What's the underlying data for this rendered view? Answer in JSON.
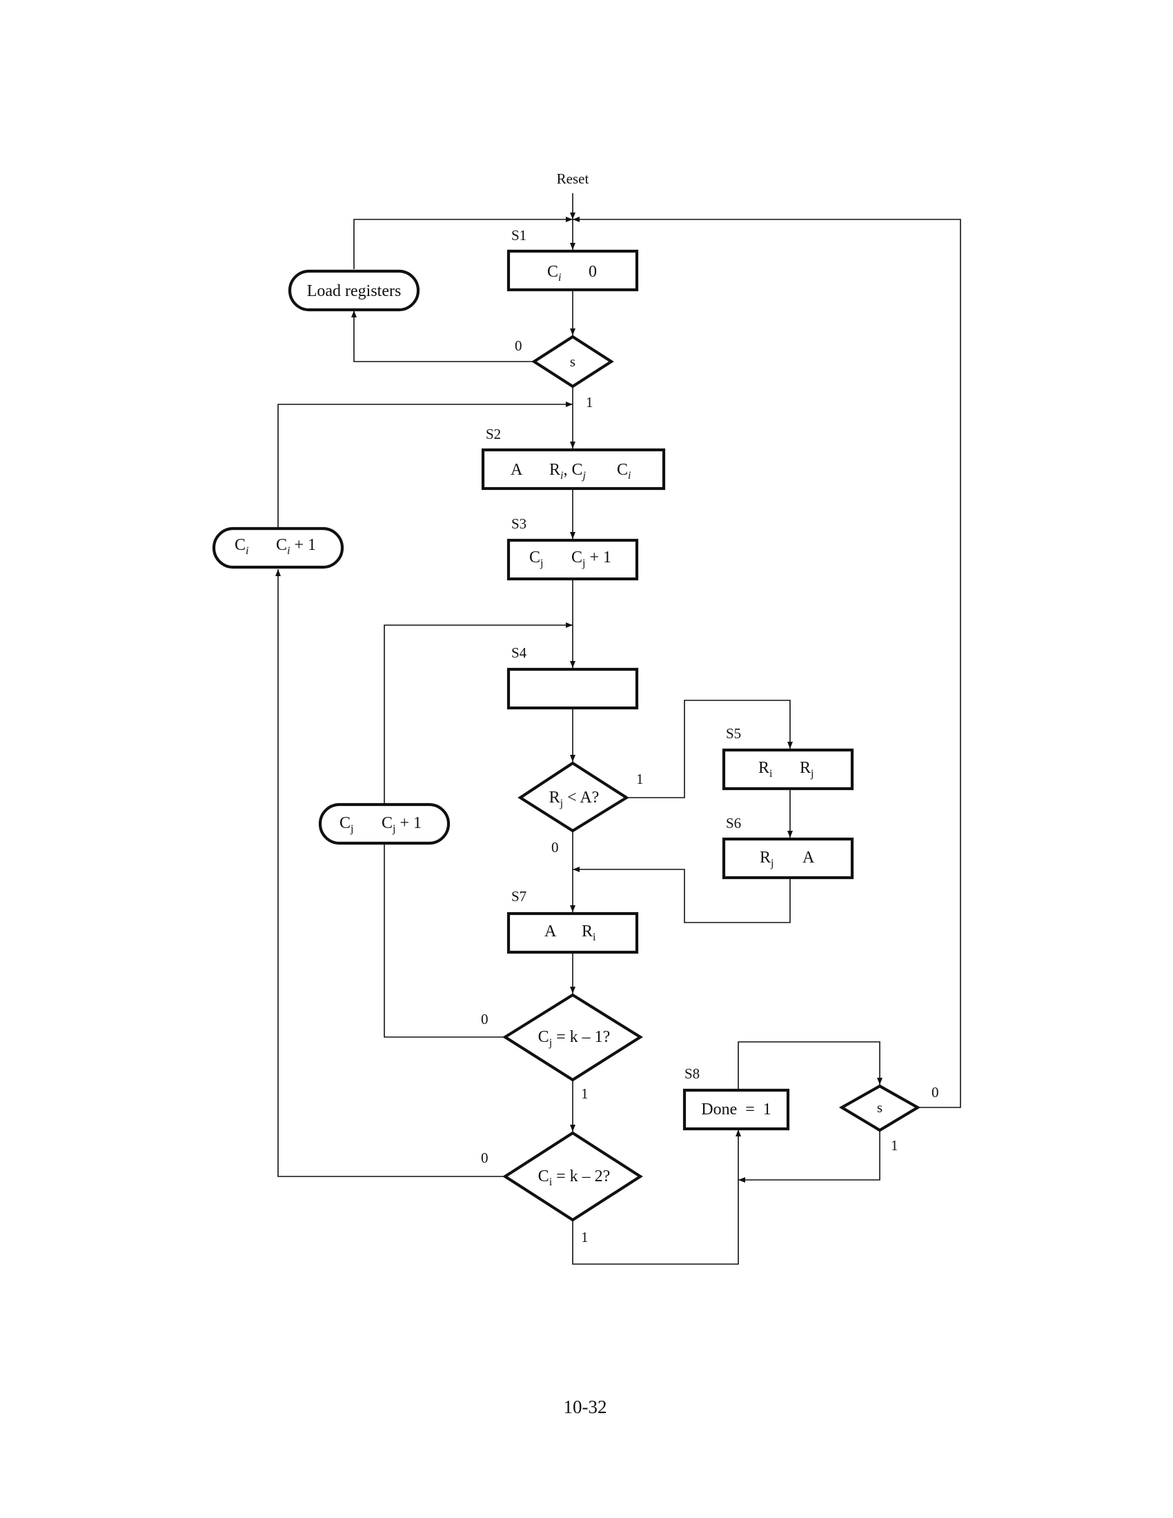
{
  "reset_label": "Reset",
  "states": {
    "s1": "S1",
    "s2": "S2",
    "s3": "S3",
    "s4": "S4",
    "s5": "S5",
    "s6": "S6",
    "s7": "S7",
    "s8": "S8"
  },
  "boxes": {
    "s1": {
      "left": "C",
      "left_sub": "i",
      "right": "0"
    },
    "s2": {
      "t1": "A",
      "t2": "R",
      "t2_sub": "i",
      "t3": ", C",
      "t3_sub": "j",
      "t4": "C",
      "t4_sub": "i"
    },
    "s3": {
      "left": "C",
      "left_sub": "j",
      "right": "C",
      "right_sub": "j",
      "right_tail": " + 1"
    },
    "s4": "",
    "s5": {
      "left": "R",
      "left_sub": "i",
      "right": "R",
      "right_sub": "j"
    },
    "s6": {
      "left": "R",
      "left_sub": "j",
      "right": "A"
    },
    "s7": {
      "left": "A",
      "right": "R",
      "right_sub": "i"
    },
    "s8": "Done  =  1"
  },
  "ovals": {
    "load": "Load registers",
    "ci": {
      "left": "C",
      "left_sub": "i",
      "right": "C",
      "right_sub": "i",
      "right_tail": " + 1"
    },
    "cj": {
      "left": "C",
      "left_sub": "j",
      "right": "C",
      "right_sub": "j",
      "right_tail": " + 1"
    }
  },
  "decisions": {
    "s_top": "s",
    "rj_lt_a": {
      "a": "R",
      "a_sub": "j",
      "b": " < A?"
    },
    "cj_eq": {
      "a": "C",
      "a_sub": "j",
      "b": "  =  k – 1?"
    },
    "ci_eq": {
      "a": "C",
      "a_sub": "i",
      "b": "  =  k – 2?"
    },
    "s_bottom": "s"
  },
  "branch_labels": {
    "s_top_0": "0",
    "s_top_1": "1",
    "rj_1": "1",
    "rj_0": "0",
    "cj_0": "0",
    "cj_1": "1",
    "ci_0": "0",
    "ci_1": "1",
    "s_bottom_0": "0",
    "s_bottom_1": "1"
  },
  "page_number": "10-32"
}
